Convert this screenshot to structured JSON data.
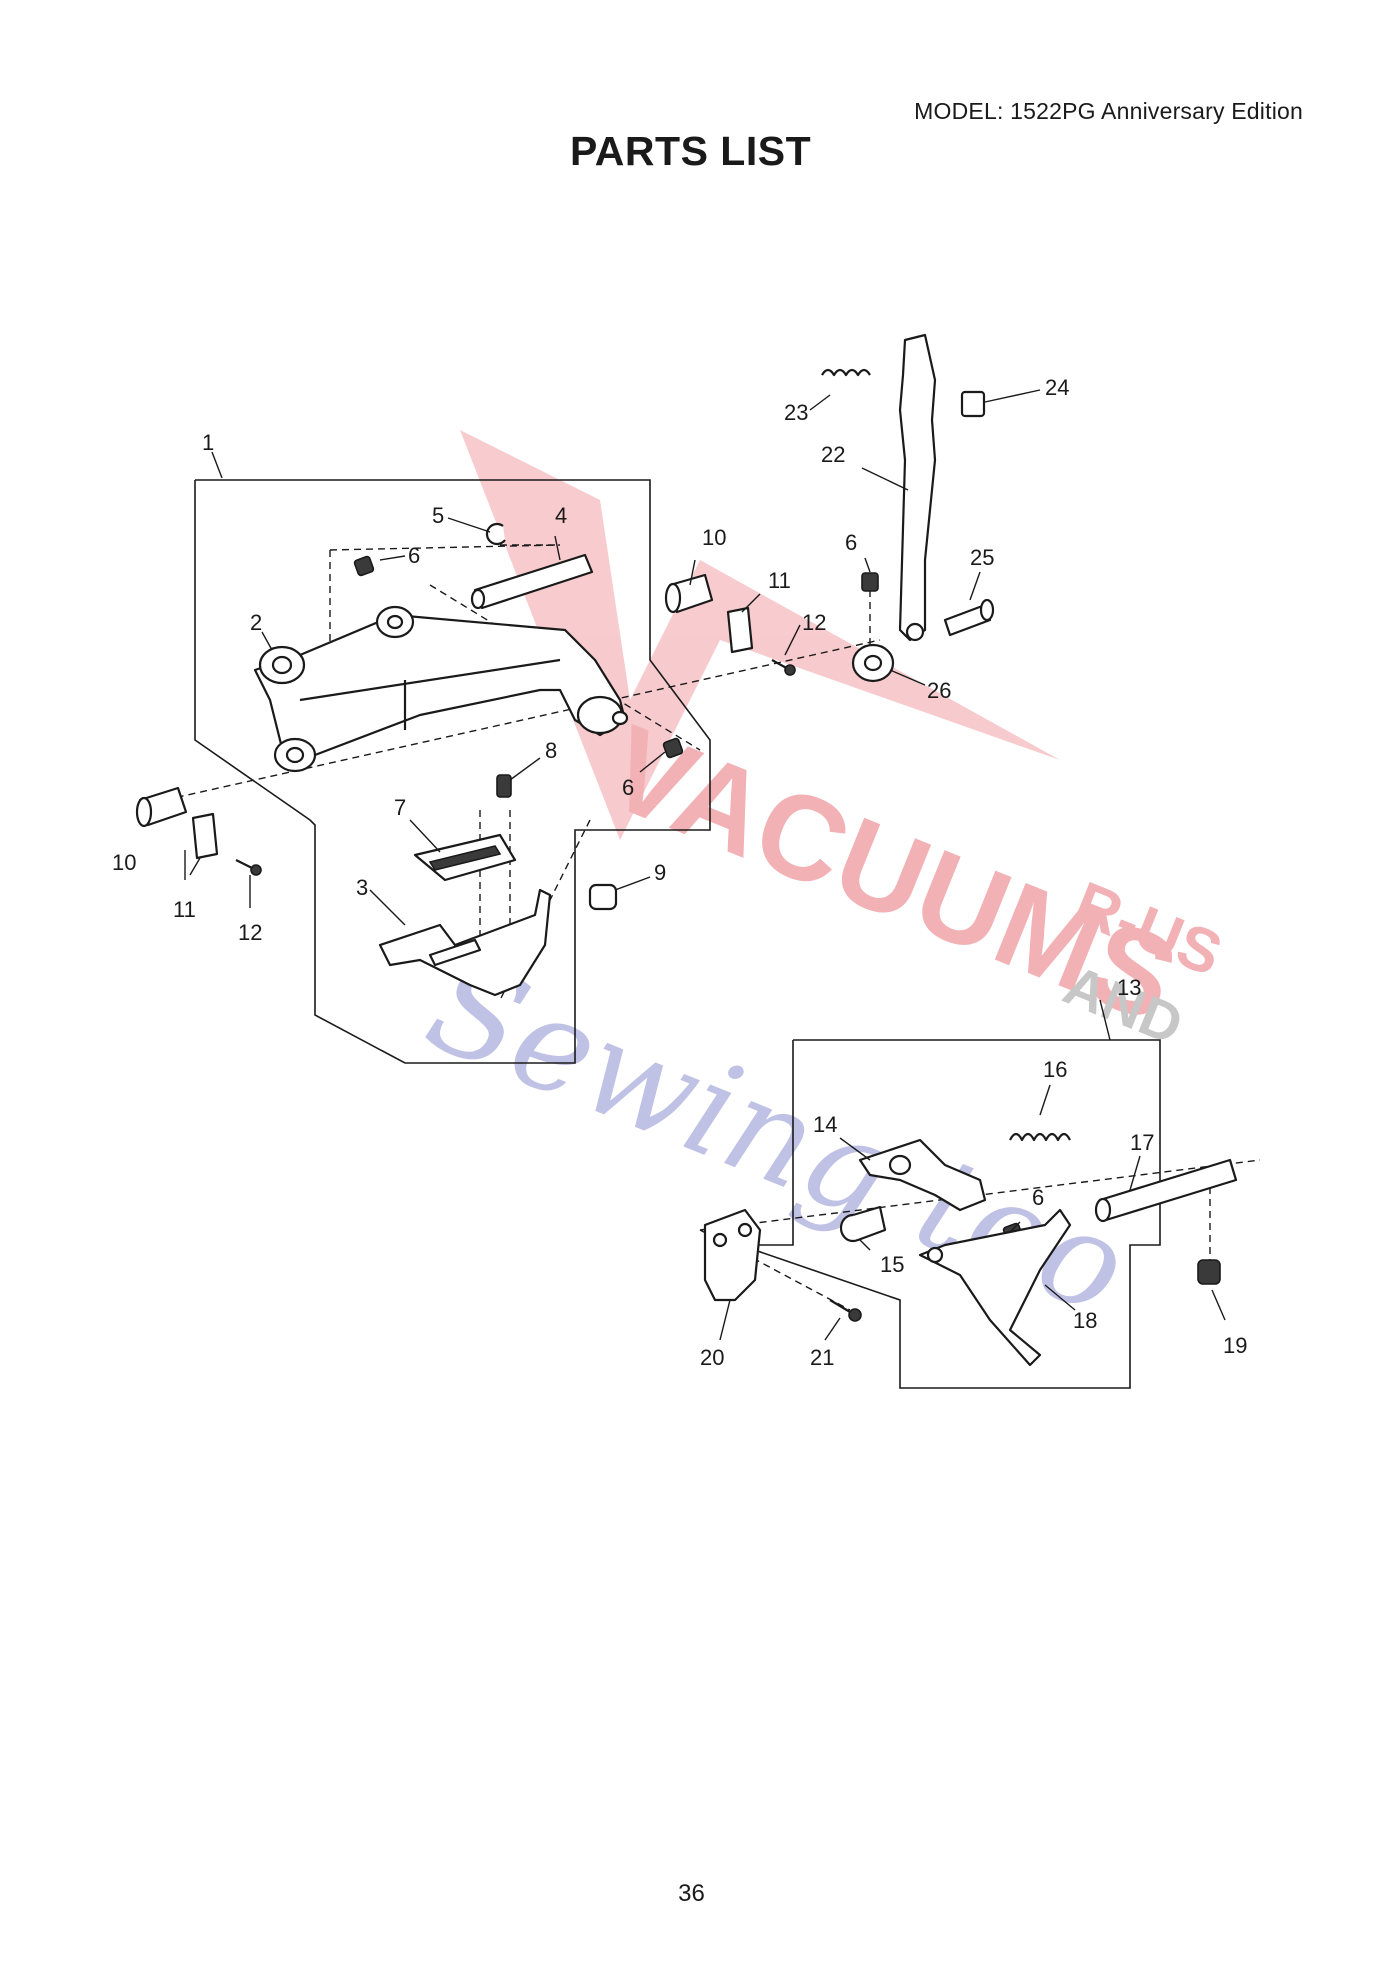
{
  "header": {
    "model": "MODEL: 1522PG Anniversary Edition",
    "title": "PARTS LIST"
  },
  "watermark": {
    "brand": "VACUUMS",
    "suffix": "R-US",
    "and": "AND",
    "script": "Sewing too",
    "color_red": "#e8737a",
    "color_blue": "#8b8fd1"
  },
  "callouts": {
    "n1": "1",
    "n2": "2",
    "n3": "3",
    "n4": "4",
    "n5": "5",
    "n6a": "6",
    "n6b": "6",
    "n6c": "6",
    "n6d": "6",
    "n7": "7",
    "n8": "8",
    "n9": "9",
    "n10a": "10",
    "n10b": "10",
    "n11a": "11",
    "n11b": "11",
    "n12a": "12",
    "n12b": "12",
    "n13": "13",
    "n14": "14",
    "n15": "15",
    "n16": "16",
    "n17": "17",
    "n18": "18",
    "n19": "19",
    "n20": "20",
    "n21": "21",
    "n22": "22",
    "n23": "23",
    "n24": "24",
    "n25": "25",
    "n26": "26"
  },
  "footer": {
    "page_number": "36"
  }
}
